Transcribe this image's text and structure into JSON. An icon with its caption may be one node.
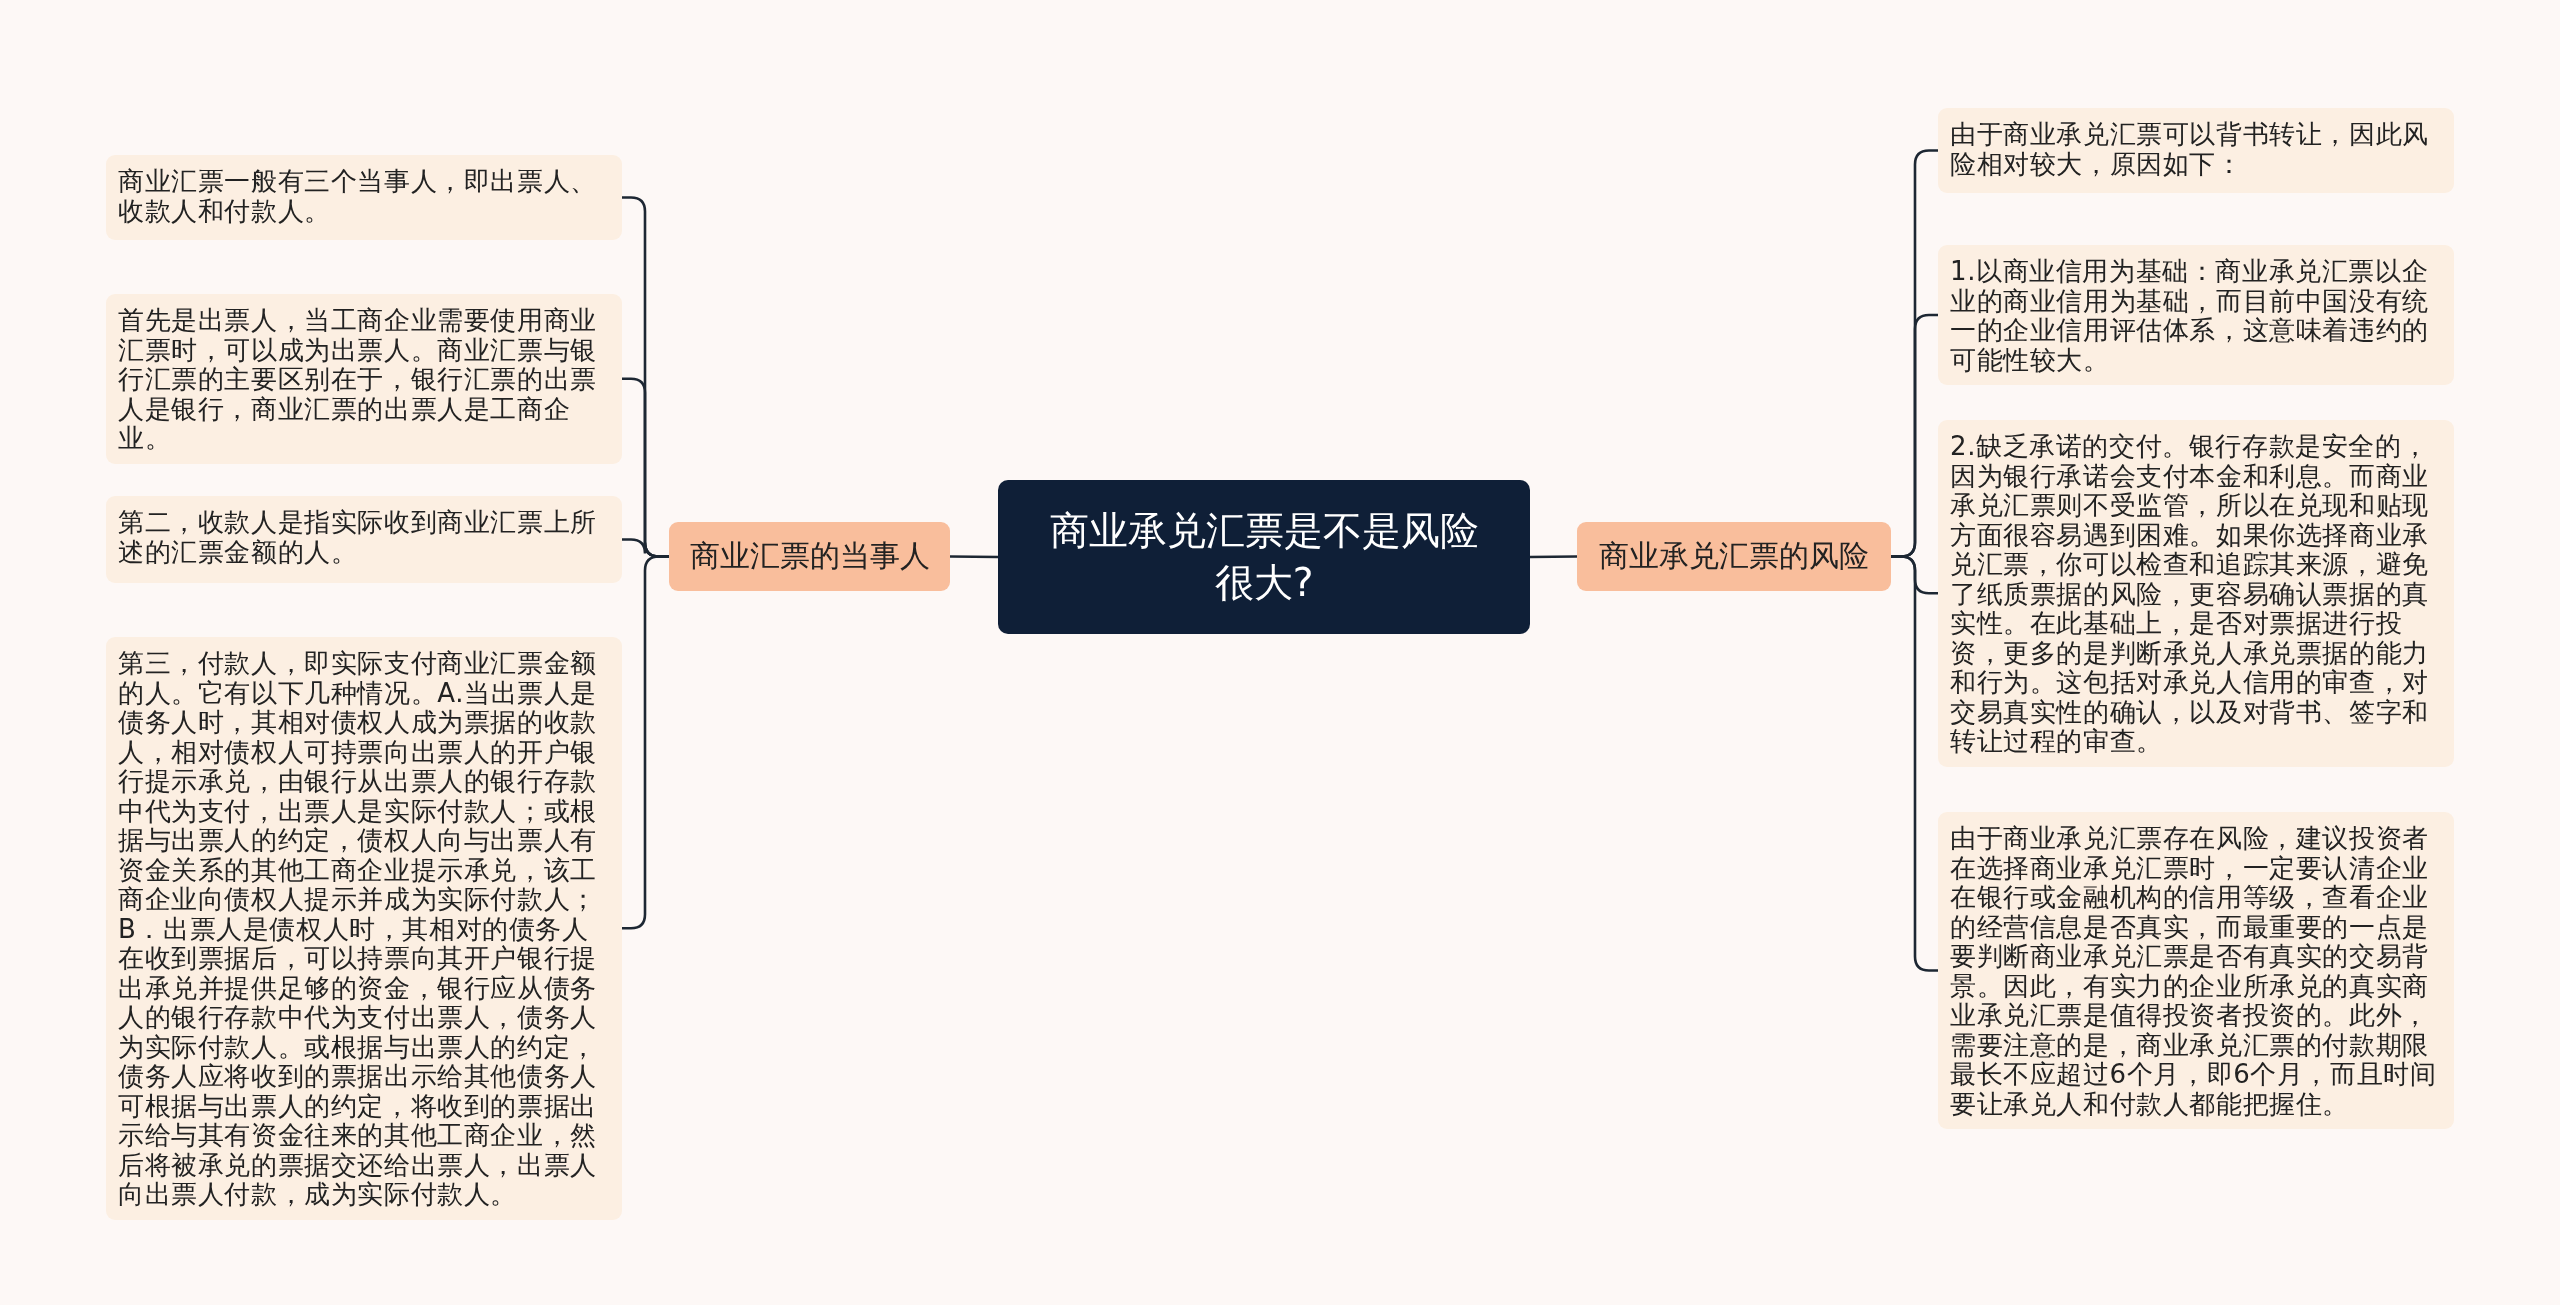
{
  "diagram": {
    "nodes": [
      {
        "text": [
          "商业承兑汇票是不是风险很大?"
        ]
      },
      {
        "text": [
          "商业汇票的当事人"
        ]
      },
      {
        "text": [
          "商业汇票一般有三个当事人，即出票人、收款人和付款人。"
        ]
      },
      {
        "text": [
          "首先是出票人，当工商企业需要使用商业汇票时，可以成为出票人。商业汇票与银行汇票的主要区别在于，银行汇票的出票人是银行，商业汇票的出票人是工商企业。"
        ]
      },
      {
        "text": [
          "第二，收款人是指实际收到商业汇票上所述的汇票金额的人。"
        ]
      },
      {
        "text": [
          "第三，付款人，即实际支付商业汇票金额的人。它有以下几种情况。A.当出票人是债务人时，其相对债权人成为票据的收款人，相对债权人可持票向出票人的开户银行提示承兑，由银行从出票人的银行存款中代为支付，出票人是实际付款人；或根据与出票人的约定，债权人向与出票人有资金关系的其他工商企业提示承兑，该工商企业向债权人提示并成为实际付款人；B．出票人是债权人时，其相对的债务人在收到票据后，可以持票向其开户银行提出承兑并提供足够的资金，银行应从债务人的银行存款中代为支付出票人，债务人为实际付款人。或根据与出票人的约定，债务人应将收到的票据出示给其他债务人可根据与出票人的约定，将收到的票据出示给与其有资金往来的其他工商企业，然后将被承兑的票据交还给出票人，出票人向出票人付款，成为实际付款人。"
        ]
      },
      {
        "text": [
          "商业承兑汇票的风险"
        ]
      },
      {
        "text": [
          "由于商业承兑汇票可以背书转让，因此风险相对较大，原因如下："
        ]
      },
      {
        "text": [
          "1.以商业信用为基础：商业承兑汇票以企业的商业信用为基础，而目前中国没有统一的企业信用评估体系，这意味着违约的可能性较大。"
        ]
      },
      {
        "text": [
          "2.缺乏承诺的交付。银行存款是安全的，因为银行承诺会支付本金和利息。而商业承兑汇票则不受监管，所以在兑现和贴现方面很容易遇到困难。如果你选择商业承兑汇票，你可以检查和追踪其来源，避免了纸质票据的风险，更容易确认票据的真实性。在此基础上，是否对票据进行投资，更多的是判断承兑人承兑票据的能力和行为。这包括对承兑人信用的审查，对交易真实性的确认，以及对背书、签字和转让过程的审查。"
        ]
      },
      {
        "text": [
          "由于商业承兑汇票存在风险，建议投资者在选择商业承兑汇票时，一定要认清企业在银行或金融机构的信用等级，查看企业的经营信息是否真实，而最重要的一点是要判断商业承兑汇票是否有真实的交易背景。因此，有实力的企业所承兑的真实商业承兑汇票是值得投资者投资的。此外，需要注意的是，商业承兑汇票的付款期限最长不应超过6个月，即6个月，而且时间要让承兑人和付款人都能把握住。"
        ]
      }
    ],
    "edges": [
      {
        "from": 0,
        "to": 1,
        "arrow": "none"
      },
      {
        "from": 1,
        "to": 2,
        "arrow": "none"
      },
      {
        "from": 1,
        "to": 3,
        "arrow": "none"
      },
      {
        "from": 1,
        "to": 4,
        "arrow": "none"
      },
      {
        "from": 1,
        "to": 5,
        "arrow": "none"
      },
      {
        "from": 0,
        "to": 6,
        "arrow": "none"
      },
      {
        "from": 6,
        "to": 7,
        "arrow": "none"
      },
      {
        "from": 6,
        "to": 8,
        "arrow": "none"
      },
      {
        "from": 6,
        "to": 9,
        "arrow": "none"
      },
      {
        "from": 6,
        "to": 10,
        "arrow": "none"
      }
    ]
  }
}
